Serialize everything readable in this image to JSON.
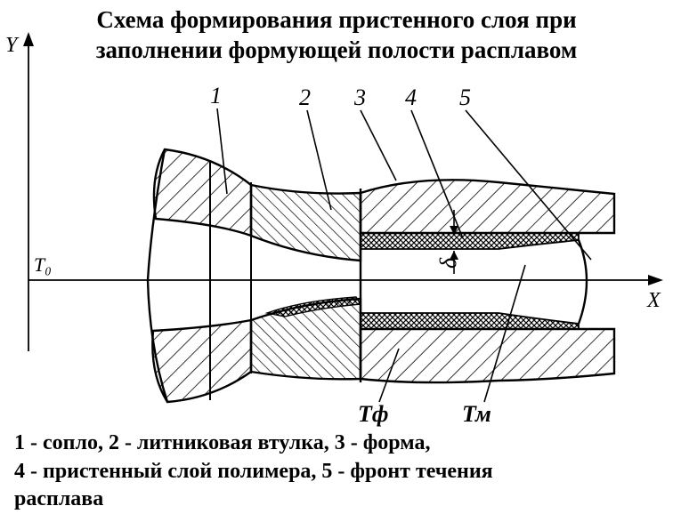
{
  "title": {
    "line1": "Схема формирования пристенного слоя при",
    "line2": "заполнении формующей полости расплавом"
  },
  "axes": {
    "y_label": "Y",
    "x_label": "X",
    "origin_label": "T₀"
  },
  "callouts": [
    "1",
    "2",
    "3",
    "4",
    "5"
  ],
  "labels": {
    "delta": "δ",
    "t_form": "Тф",
    "t_melt": "Тм"
  },
  "caption": {
    "line1": "1 - сопло, 2 - литниковая втулка, 3 - форма,",
    "line2": "4 - пристенный слой полимера, 5 - фронт течения",
    "line3": "расплава"
  }
}
